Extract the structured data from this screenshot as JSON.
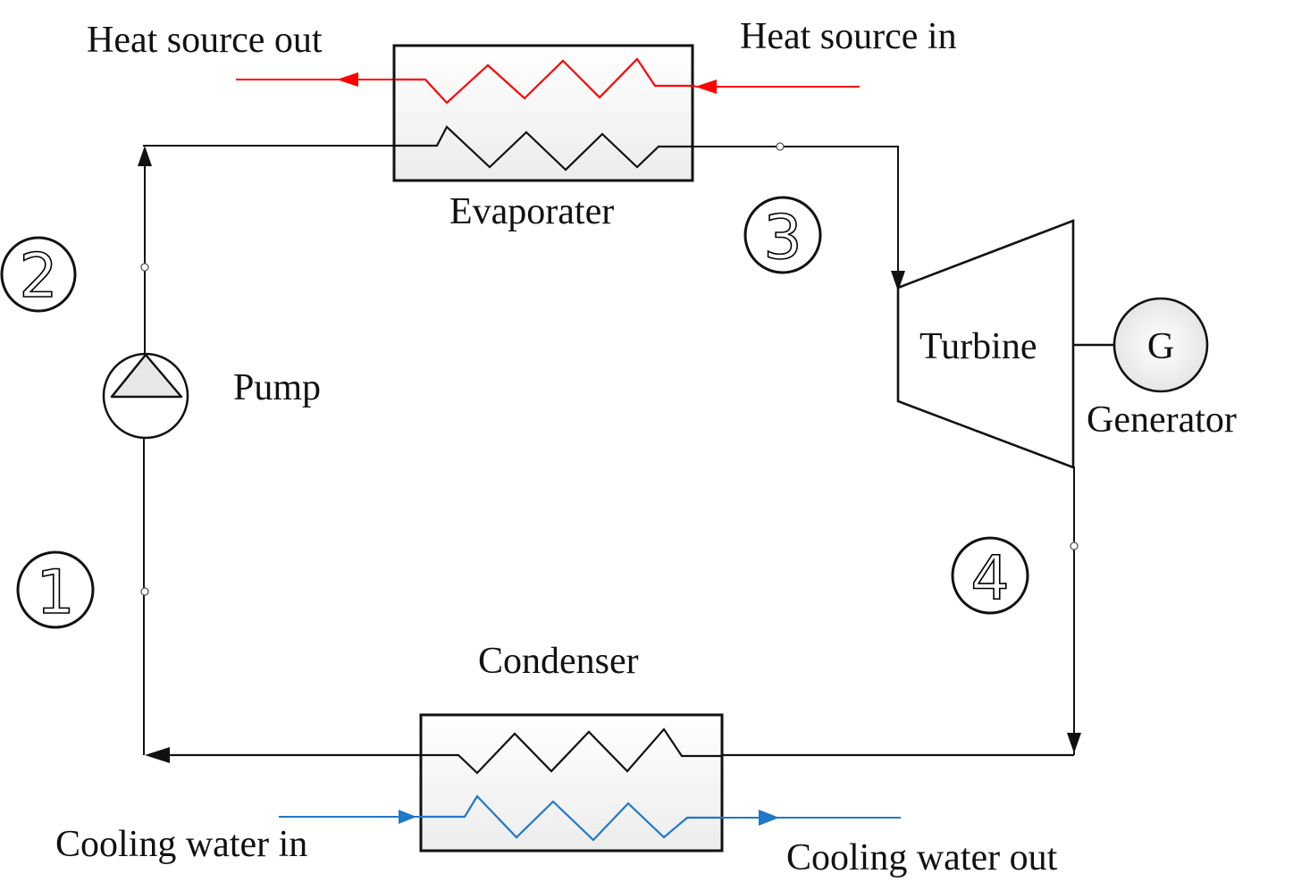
{
  "title": "Organic Rankine Cycle schematic",
  "labels": {
    "heat_source_out": "Heat source out",
    "heat_source_in": "Heat source in",
    "evaporator": "Evaporater",
    "turbine": "Turbine",
    "generator_symbol": "G",
    "generator": "Generator",
    "pump": "Pump",
    "condenser": "Condenser",
    "cooling_water_in": "Cooling water in",
    "cooling_water_out": "Cooling water out"
  },
  "state_points": [
    "1",
    "2",
    "3",
    "4"
  ],
  "colors": {
    "working_fluid": "#000000",
    "heat_source": "#ff0000",
    "cooling_water": "#1f78c8",
    "component_fill": "#f2f2f2"
  }
}
